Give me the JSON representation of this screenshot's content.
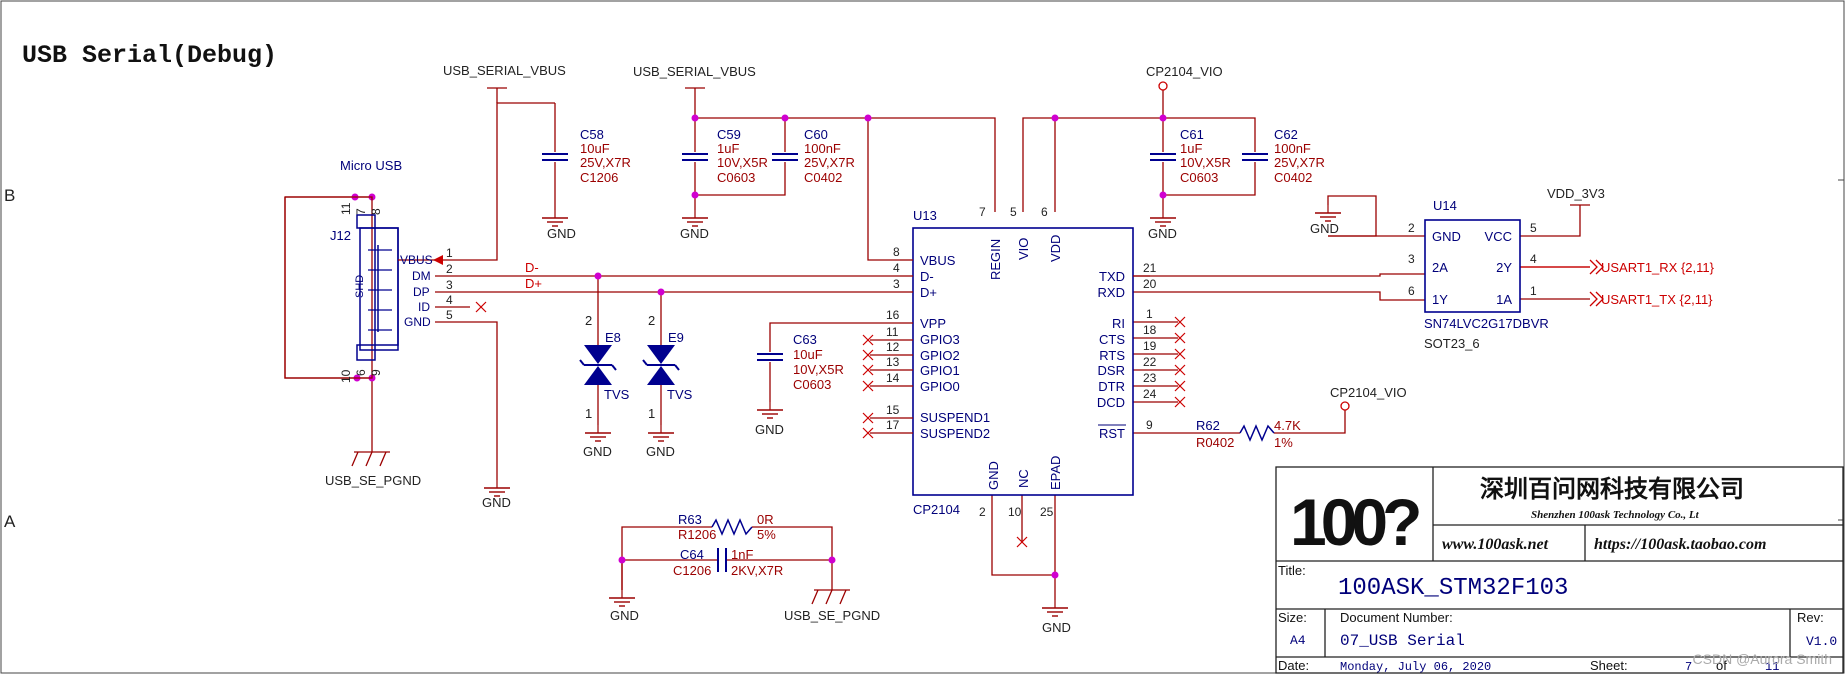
{
  "sheet_title": "USB Serial(Debug)",
  "colors": {
    "wire": "#9b0000",
    "part": "#00008f",
    "text_blue": "#00007a",
    "junction": "#d000d0",
    "net_red": "#cc0000",
    "grey": "#777777"
  },
  "border_letters": {
    "b": "B",
    "a": "A"
  },
  "net_labels": {
    "vbus1": "USB_SERIAL_VBUS",
    "vbus2": "USB_SERIAL_VBUS",
    "vio_top": "CP2104_VIO",
    "vio_rst": "CP2104_VIO",
    "vdd3v3": "VDD_3V3",
    "dminus": "D-",
    "dplus": "D+",
    "usart_rx": "USART1_RX  {2,11}",
    "usart_tx": "USART1_TX  {2,11}"
  },
  "gnd_labels": [
    "GND",
    "GND",
    "GND",
    "GND",
    "GND",
    "GND",
    "GND",
    "GND",
    "GND",
    "GND"
  ],
  "pgnd_labels": [
    "USB_SE_PGND",
    "USB_SE_PGND"
  ],
  "connector": {
    "name": "Micro USB",
    "ref": "J12",
    "shd": "SHD",
    "pins": [
      {
        "num": "1",
        "name": "VBUS"
      },
      {
        "num": "2",
        "name": "DM"
      },
      {
        "num": "3",
        "name": "DP"
      },
      {
        "num": "4",
        "name": "ID"
      },
      {
        "num": "5",
        "name": "GND"
      }
    ],
    "shield_pins": [
      "11",
      "7",
      "8",
      "10",
      "6",
      "9"
    ]
  },
  "capacitors": {
    "c58": [
      "C58",
      "10uF",
      "25V,X7R",
      "C1206"
    ],
    "c59": [
      "C59",
      "1uF",
      "10V,X5R",
      "C0603"
    ],
    "c60": [
      "C60",
      "100nF",
      "25V,X7R",
      "C0402"
    ],
    "c61": [
      "C61",
      "1uF",
      "10V,X5R",
      "C0603"
    ],
    "c62": [
      "C62",
      "100nF",
      "25V,X7R",
      "C0402"
    ],
    "c63": [
      "C63",
      "10uF",
      "10V,X5R",
      "C0603"
    ],
    "c64": [
      "C64",
      "1nF",
      "C1206",
      "2KV,X7R"
    ]
  },
  "resistors": {
    "r62": [
      "R62",
      "4.7K",
      "R0402",
      "1%"
    ],
    "r63": [
      "R63",
      "0R",
      "R1206",
      "5%"
    ]
  },
  "tvs": {
    "e8": {
      "ref": "E8",
      "type": "TVS",
      "pin_top": "2",
      "pin_bot": "1"
    },
    "e9": {
      "ref": "E9",
      "type": "TVS",
      "pin_top": "2",
      "pin_bot": "1"
    }
  },
  "u13": {
    "ref": "U13",
    "part": "CP2104",
    "top_pins": [
      {
        "num": "7",
        "name": "REGIN"
      },
      {
        "num": "5",
        "name": "VIO"
      },
      {
        "num": "6",
        "name": "VDD"
      }
    ],
    "bottom_pins": [
      {
        "num": "2",
        "name": "GND"
      },
      {
        "num": "10",
        "name": "NC"
      },
      {
        "num": "25",
        "name": "EPAD"
      }
    ],
    "left_pins": [
      {
        "num": "8",
        "name": "VBUS"
      },
      {
        "num": "4",
        "name": "D-"
      },
      {
        "num": "3",
        "name": "D+"
      },
      {
        "num": "16",
        "name": "VPP"
      },
      {
        "num": "11",
        "name": "GPIO3"
      },
      {
        "num": "12",
        "name": "GPIO2"
      },
      {
        "num": "13",
        "name": "GPIO1"
      },
      {
        "num": "14",
        "name": "GPIO0"
      },
      {
        "num": "15",
        "name": "SUSPEND1"
      },
      {
        "num": "17",
        "name": "SUSPEND2"
      }
    ],
    "right_pins": [
      {
        "num": "21",
        "name": "TXD"
      },
      {
        "num": "20",
        "name": "RXD"
      },
      {
        "num": "1",
        "name": "RI"
      },
      {
        "num": "18",
        "name": "CTS"
      },
      {
        "num": "19",
        "name": "RTS"
      },
      {
        "num": "22",
        "name": "DSR"
      },
      {
        "num": "23",
        "name": "DTR"
      },
      {
        "num": "24",
        "name": "DCD"
      },
      {
        "num": "9",
        "name": "RST"
      }
    ]
  },
  "u14": {
    "ref": "U14",
    "part": "SN74LVC2G17DBVR",
    "package": "SOT23_6",
    "left_pins": [
      {
        "num": "2",
        "name": "GND"
      },
      {
        "num": "3",
        "name": "2A"
      },
      {
        "num": "6",
        "name": "1Y"
      }
    ],
    "right_pins": [
      {
        "num": "5",
        "name": "VCC"
      },
      {
        "num": "4",
        "name": "2Y"
      },
      {
        "num": "1",
        "name": "1A"
      }
    ]
  },
  "title_block": {
    "logo": "100?",
    "company_cn": "深圳百问网科技有限公司",
    "company_en": "Shenzhen 100ask Technology Co., Lt",
    "web1": "www.100ask.net",
    "web2": "https://100ask.taobao.com",
    "title_label": "Title:",
    "title": "100ASK_STM32F103",
    "size_label": "Size:",
    "size": "A4",
    "docnum_label": "Document Number:",
    "docnum": "07_USB Serial",
    "rev_label": "Rev:",
    "rev": "V1.0",
    "date_label": "Date:",
    "date": "Monday, July 06, 2020",
    "sheet_label": "Sheet:",
    "sheet": "7",
    "of_label": "of",
    "of": "11"
  },
  "watermark": "CSDN @Aurora Smith"
}
